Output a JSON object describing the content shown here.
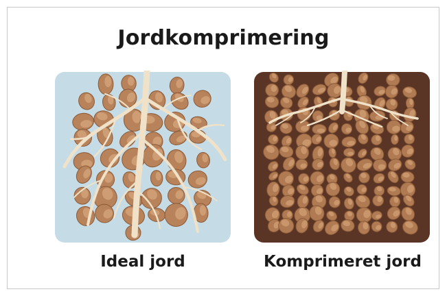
{
  "title": "Jordkomprimering",
  "panels": [
    {
      "caption": "Ideal jord",
      "background": "#c5dbe6",
      "rock_fill": "#b8825a",
      "rock_highlight": "#d3a47a",
      "root_color": "#efe2c8"
    },
    {
      "caption": "Komprimeret jord",
      "background": "#5a3424",
      "rock_fill": "#b07a52",
      "rock_highlight": "#cf9e73",
      "root_color": "#efe2c8"
    }
  ]
}
